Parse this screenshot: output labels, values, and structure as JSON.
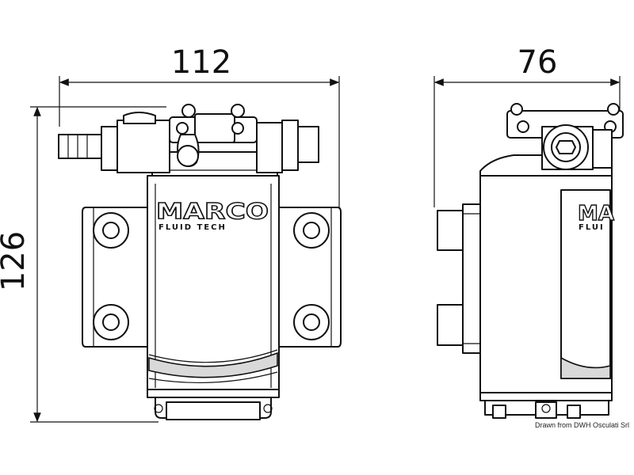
{
  "dimensions": {
    "width_front": "112",
    "width_side": "76",
    "height": "126"
  },
  "logo": {
    "brand": "MARCO",
    "subtitle": "FLUID TECH",
    "side_brand": "MA",
    "side_subtitle": "FLUI"
  },
  "credit": "Drawn from DWH Osculati Srl"
}
